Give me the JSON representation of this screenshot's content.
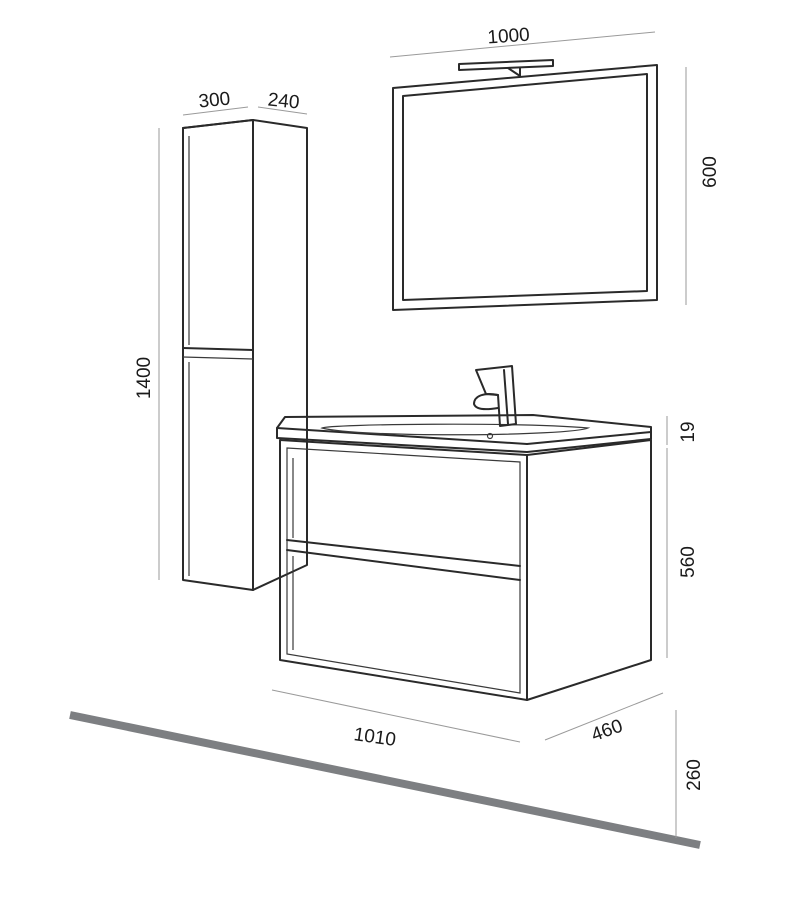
{
  "dimensions": {
    "mirror_width": "1000",
    "mirror_height": "600",
    "column_width": "300",
    "column_depth": "240",
    "column_height": "1400",
    "top_thickness": "19",
    "cabinet_height": "560",
    "cabinet_width": "1010",
    "cabinet_depth": "460",
    "mount_height": "260"
  },
  "colors": {
    "line": "#2a2a2a",
    "dimension_line": "#9a9a9a",
    "floor": "#7d7f82"
  }
}
